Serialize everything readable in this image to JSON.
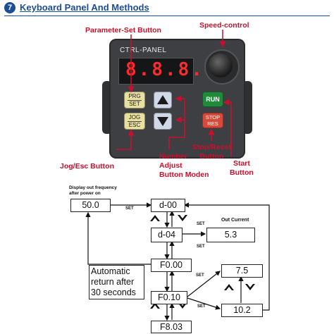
{
  "header": {
    "number": "7",
    "title": "Keyboard Panel And Methods"
  },
  "callouts": {
    "parameter_set": "Parameter-Set Button",
    "speed_control": "Speed-control",
    "jog_esc": "Jog/Esc Button",
    "number_adjust": [
      "Number",
      "Adjust",
      "Button Moden"
    ],
    "stop_reset": [
      "Stop/Reset",
      "Button"
    ],
    "start": [
      "Start",
      "Button"
    ]
  },
  "panel": {
    "name": "CTRL-PANEL",
    "display": "8.8.8.8",
    "prg_set": [
      "PRG",
      "SET"
    ],
    "jog_esc": [
      "JOG",
      "ESC"
    ],
    "run": "RUN",
    "stop_res": [
      "STOP",
      "RES"
    ]
  },
  "colors": {
    "callout": "#c8102e",
    "header": "#1b4e96",
    "run": "#1f8a3a",
    "stop": "#d64a3a"
  },
  "flow": {
    "display_caption": [
      "Display out frequency",
      "after power on"
    ],
    "out_current_caption": "Out Current",
    "boxes": {
      "freq": "50.0",
      "d00": "d-00",
      "d04": "d-04",
      "current": "5.3",
      "f000": "F0.00",
      "f010": "F0.10",
      "f803": "F8.03",
      "v75": "7.5",
      "v102": "10.2"
    },
    "set_label": "SET",
    "auto_return": [
      "Automatic",
      "return after",
      "30 seconds"
    ]
  }
}
